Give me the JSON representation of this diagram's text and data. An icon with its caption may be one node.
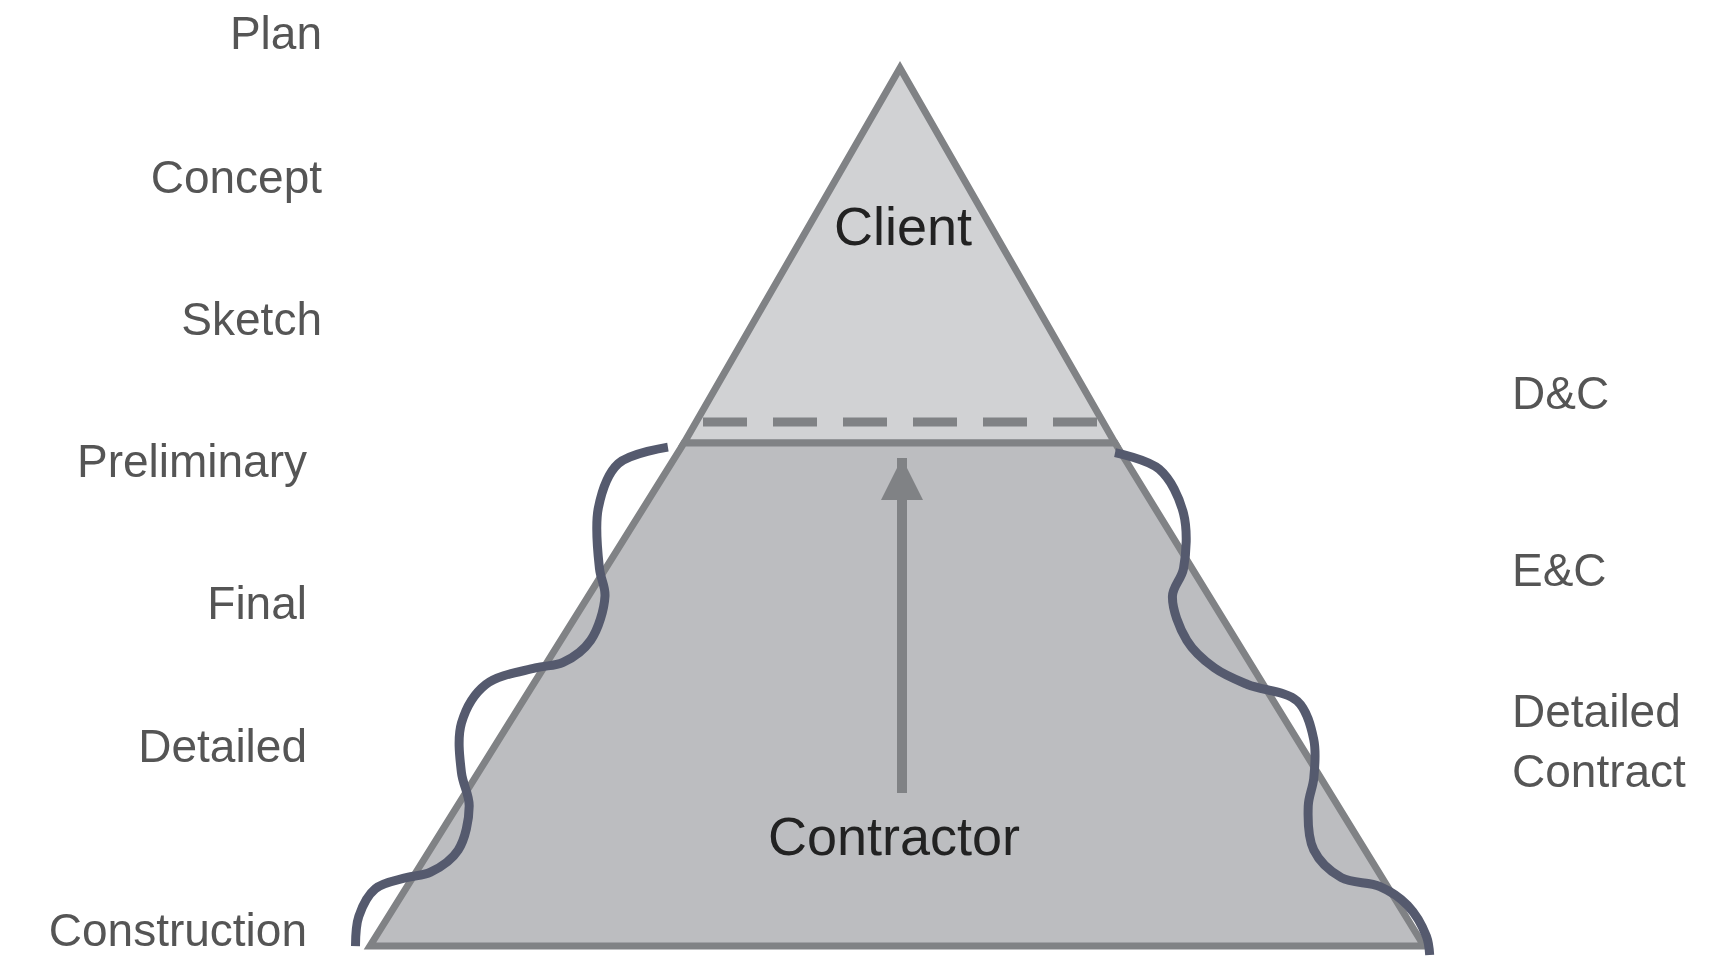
{
  "diagram": {
    "nodes": [
      {
        "text": [
          "Client"
        ]
      },
      {
        "text": [
          "Contractor"
        ]
      }
    ],
    "edges": [
      {
        "from": 1,
        "to": 0,
        "arrow": "to"
      }
    ],
    "labels": [
      "Plan",
      "Concept",
      "Sketch",
      "Preliminary",
      "Final",
      "Detailed",
      "Construction",
      "D&C",
      "E&C",
      "Detailed Contract"
    ]
  }
}
